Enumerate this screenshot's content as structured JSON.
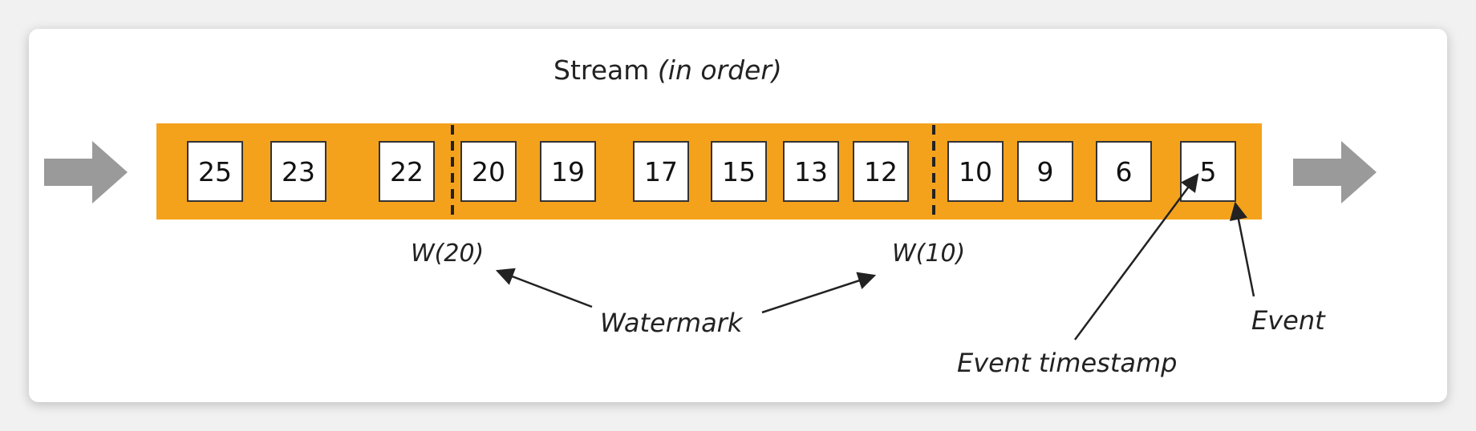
{
  "title": {
    "main": "Stream",
    "qualifier": "(in order)"
  },
  "events": [
    "25",
    "23",
    "22",
    "20",
    "19",
    "17",
    "15",
    "13",
    "12",
    "10",
    "9",
    "6",
    "5"
  ],
  "watermarks": [
    {
      "label": "W(20)",
      "value": 20
    },
    {
      "label": "W(10)",
      "value": 10
    }
  ],
  "annotations": {
    "watermark": "Watermark",
    "event": "Event",
    "event_timestamp": "Event timestamp"
  },
  "colors": {
    "stream_band": "#f4a21c",
    "flow_arrow": "#9a9a9a",
    "event_box_border": "#333333",
    "watermark_line": "#222222"
  }
}
